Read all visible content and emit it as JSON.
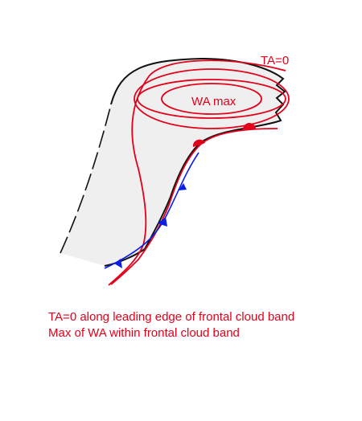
{
  "labels": {
    "ta_zero": "TA=0",
    "wa_max": "WA max"
  },
  "caption": {
    "line1": "TA=0 along leading edge of frontal cloud band",
    "line2": "Max of WA within frontal cloud band"
  },
  "colors": {
    "isoline_red": "#e3001b",
    "cloud_fill": "#efefef",
    "cloud_outline": "#111111",
    "cold_front_blue": "#0a1ee6",
    "warm_front_red": "#e3001b",
    "text": "#e3001b"
  }
}
